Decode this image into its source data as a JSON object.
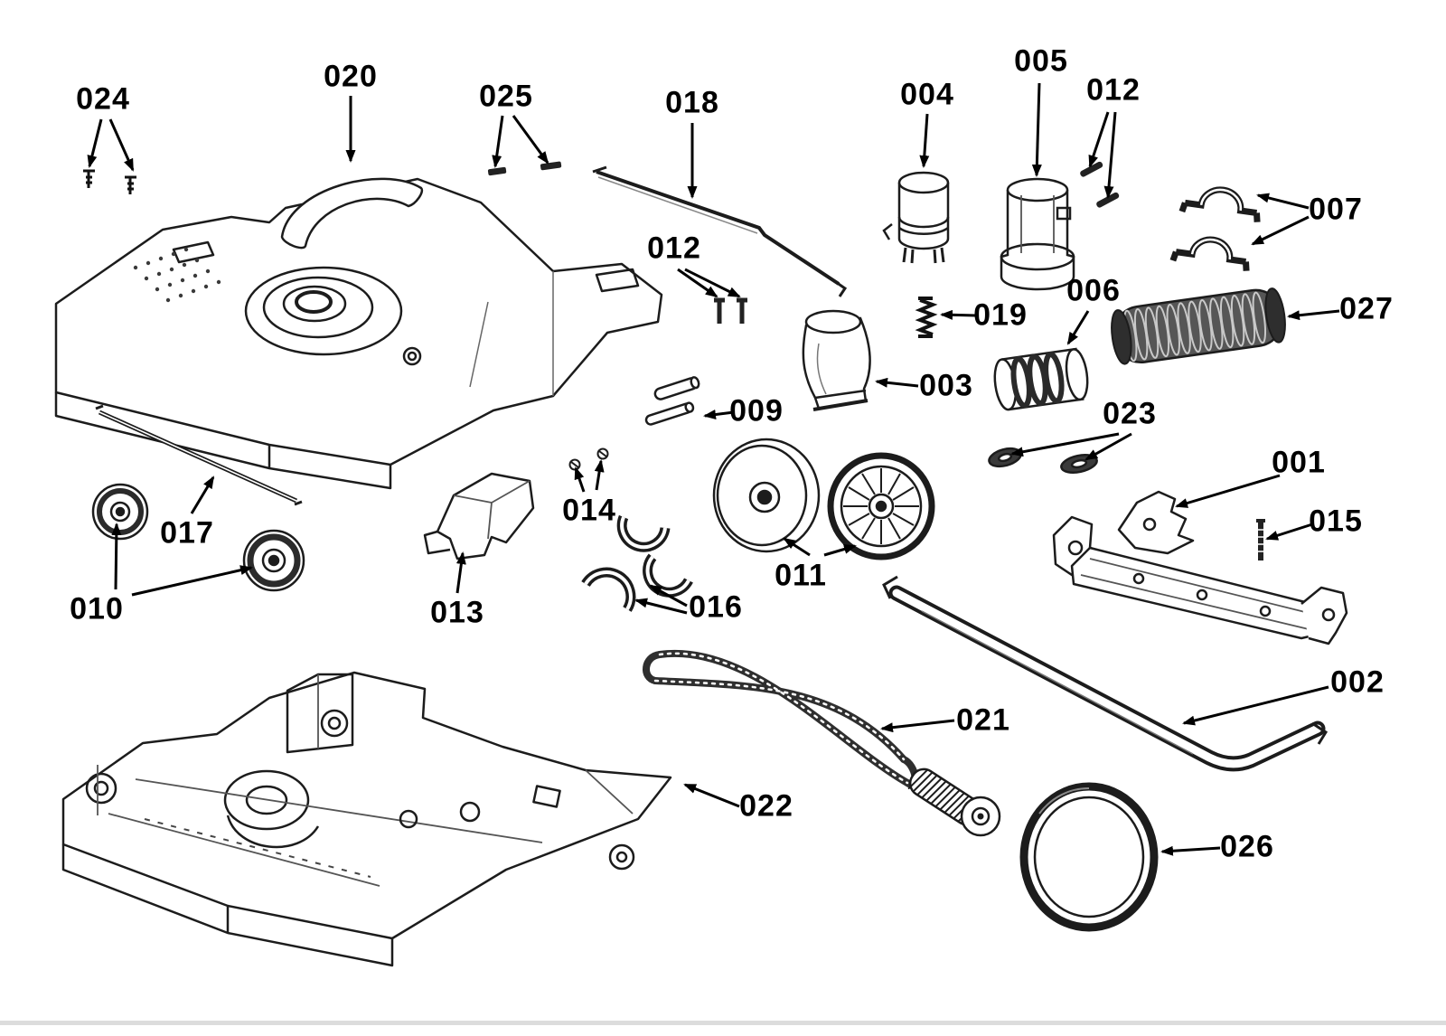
{
  "diagram": {
    "background_color": "#ffffff",
    "line_color": "#1c1c1c",
    "divider_color": "#dcdcdc",
    "labels": {
      "l001": "001",
      "l002": "002",
      "l003": "003",
      "l004": "004",
      "l005": "005",
      "l006": "006",
      "l007": "007",
      "l009": "009",
      "l010": "010",
      "l011": "011",
      "l012_top": "012",
      "l012_mid": "012",
      "l013": "013",
      "l014": "014",
      "l015": "015",
      "l016": "016",
      "l017": "017",
      "l018": "018",
      "l019": "019",
      "l020": "020",
      "l021": "021",
      "l022": "022",
      "l023": "023",
      "l024": "024",
      "l025": "025",
      "l026": "026",
      "l027": "027"
    }
  }
}
